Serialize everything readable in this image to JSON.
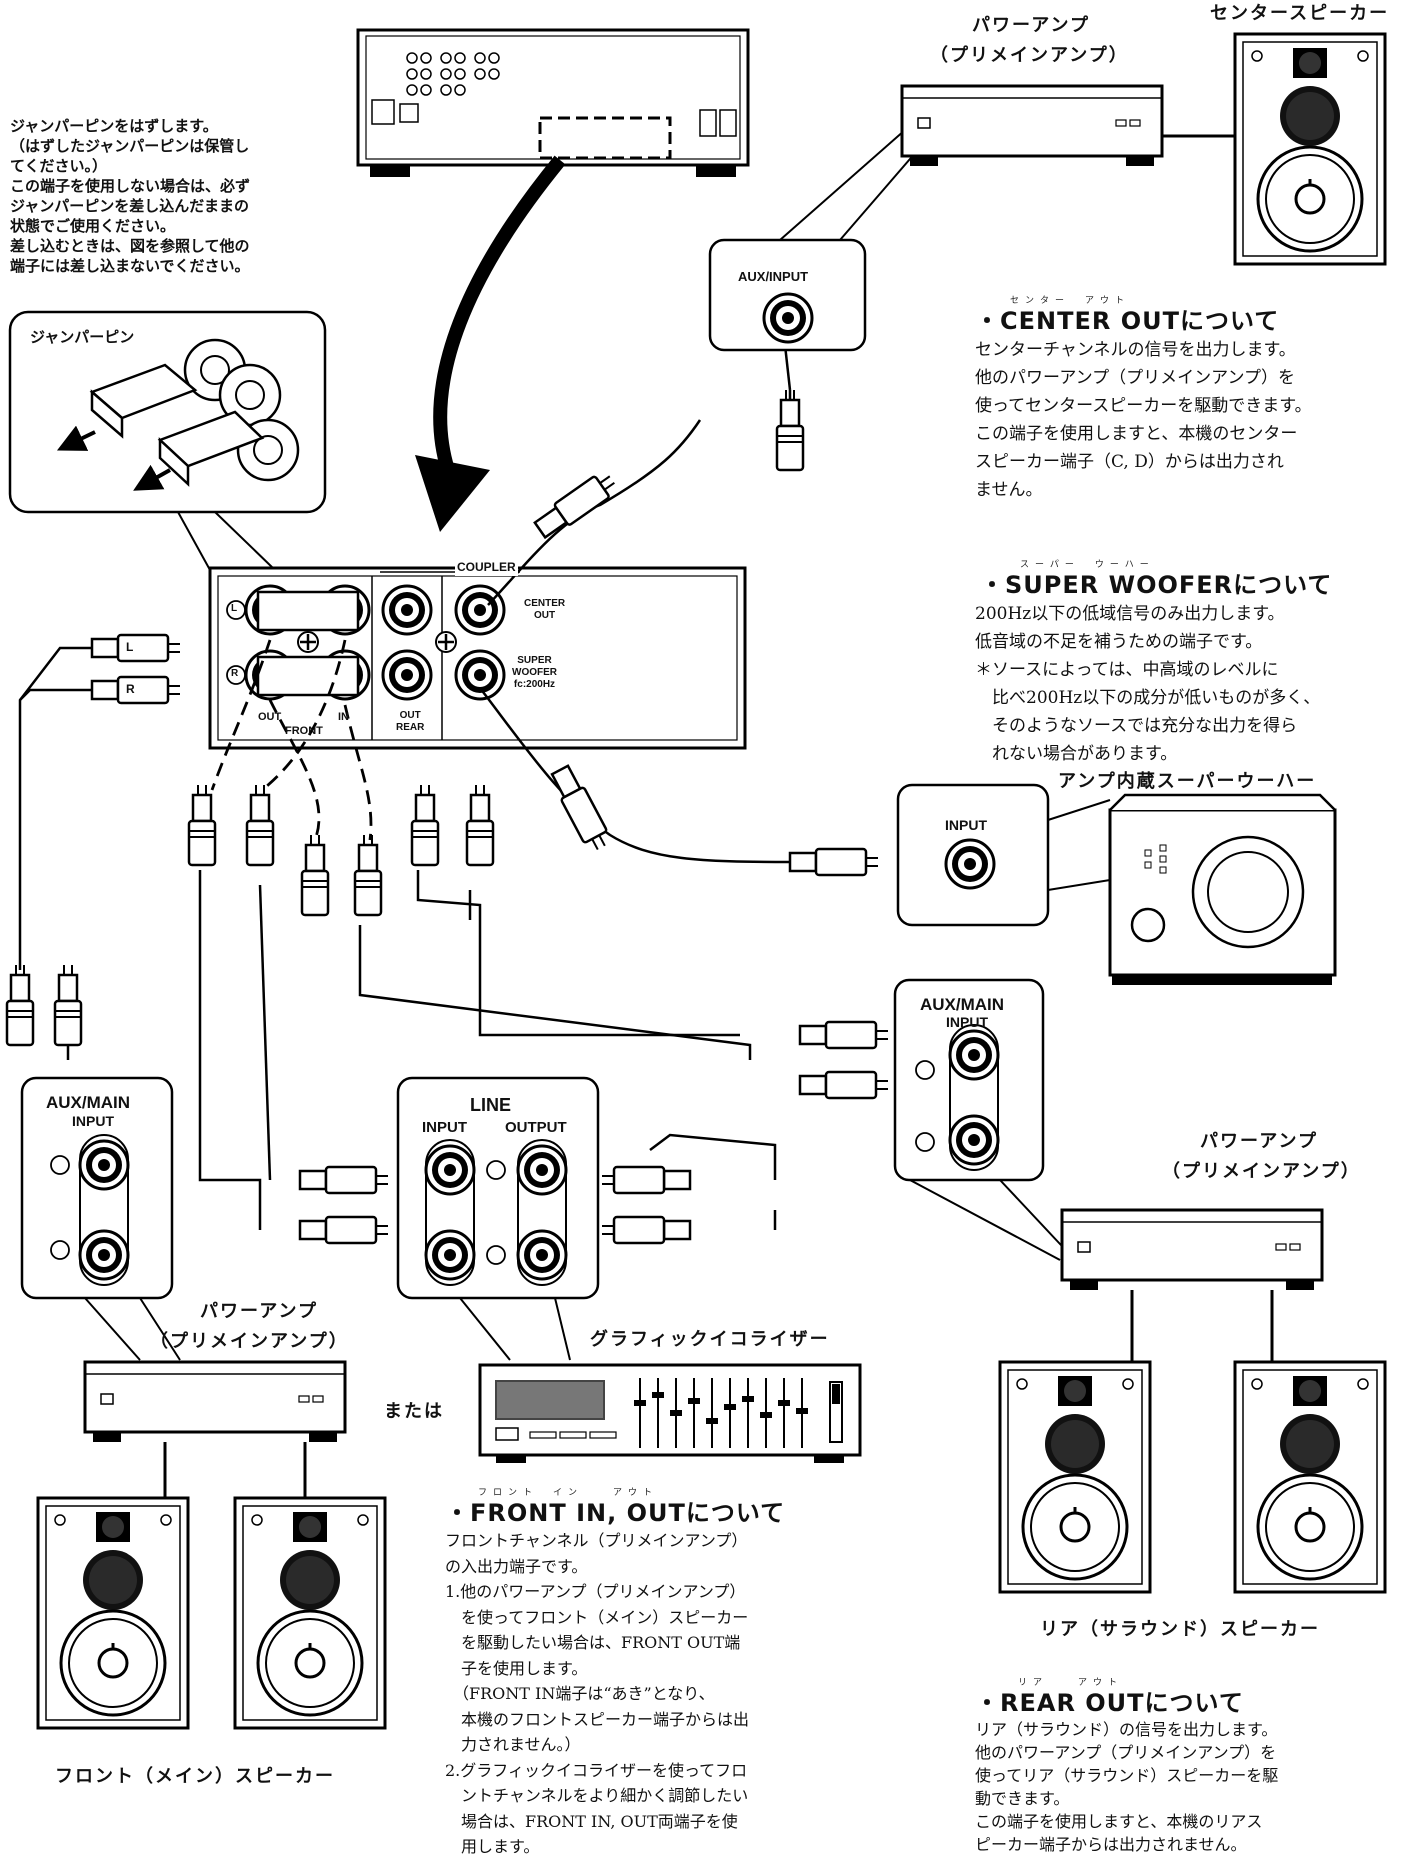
{
  "top_note": "ジャンパーピンをはずします。\n（はずしたジャンパーピンは保管し\nてください。）\nこの端子を使用しない場合は、必ず\nジャンパーピンを差し込んだままの\n状態でご使用ください。\n差し込むときは、図を参照して他の\n端子には差し込まないでください。",
  "jumper_pin_label": "ジャンパーピン",
  "labels": {
    "power_amp": "パワーアンプ",
    "pre_main_amp": "（プリメインアンプ）",
    "center_speaker": "センタースピーカー",
    "aux_input": "AUX/INPUT",
    "input": "INPUT",
    "subwoofer": "アンプ内蔵スーパーウーハー",
    "aux_main": "AUX/MAIN",
    "aux_main_input": "INPUT",
    "line": "LINE",
    "line_input": "INPUT",
    "line_output": "OUTPUT",
    "graphic_eq": "グラフィックイコライザー",
    "or": "または",
    "front_speaker": "フロント（メイン）スピーカー",
    "rear_speaker": "リア（サラウンド）スピーカー"
  },
  "panel": {
    "coupler": "COUPLER",
    "center_out": "CENTER\nOUT",
    "super_woofer": "SUPER\nWOOFER\nfc:200Hz",
    "out_rear": "OUT\nREAR",
    "out": "OUT",
    "in": "IN",
    "front": "FRONT",
    "L": "L",
    "R": "R"
  },
  "plug": {
    "L": "L",
    "R": "R"
  },
  "center": {
    "ruby": "センター　アウト",
    "heading": "・CENTER OUTについて",
    "body": "センターチャンネルの信号を出力します。\n他のパワーアンプ（プリメインアンプ）を\n使ってセンタースピーカーを駆動できます。\nこの端子を使用しますと、本機のセンター\nスピーカー端子（C, D）からは出力され\nません。"
  },
  "woofer": {
    "ruby": "スーパー　ウーハー",
    "heading": "・SUPER WOOFERについて",
    "body": "200Hz以下の低域信号のみ出力します。\n低音域の不足を補うための端子です。\n＊ソースによっては、中高域のレベルに\n　比べ200Hz以下の成分が低いものが多く、\n　そのようなソースでは充分な出力を得ら\n　れない場合があります。"
  },
  "front": {
    "ruby": "フロント　イン　　アウト",
    "heading": "・FRONT IN, OUTについて",
    "body": "フロントチャンネル（プリメインアンプ）\nの入出力端子です。\n1.他のパワーアンプ（プリメインアンプ）\n　を使ってフロント（メイン）スピーカー\n　を駆動したい場合は、FRONT OUT端\n　子を使用します。\n　（FRONT IN端子は“あき”となり、\n　本機のフロントスピーカー端子からは出\n　力されません。）\n2.グラフィックイコライザーを使ってフロ\n　ントチャンネルをより細かく調節したい\n　場合は、FRONT IN, OUT両端子を使\n　用します。"
  },
  "rear": {
    "ruby": "リア　　アウト",
    "heading": "・REAR OUTについて",
    "body": "リア（サラウンド）の信号を出力します。\n他のパワーアンプ（プリメインアンプ）を\n使ってリア（サラウンド）スピーカーを駆\n動できます。\nこの端子を使用しますと、本機のリアス\nピーカー端子からは出力されません。"
  }
}
